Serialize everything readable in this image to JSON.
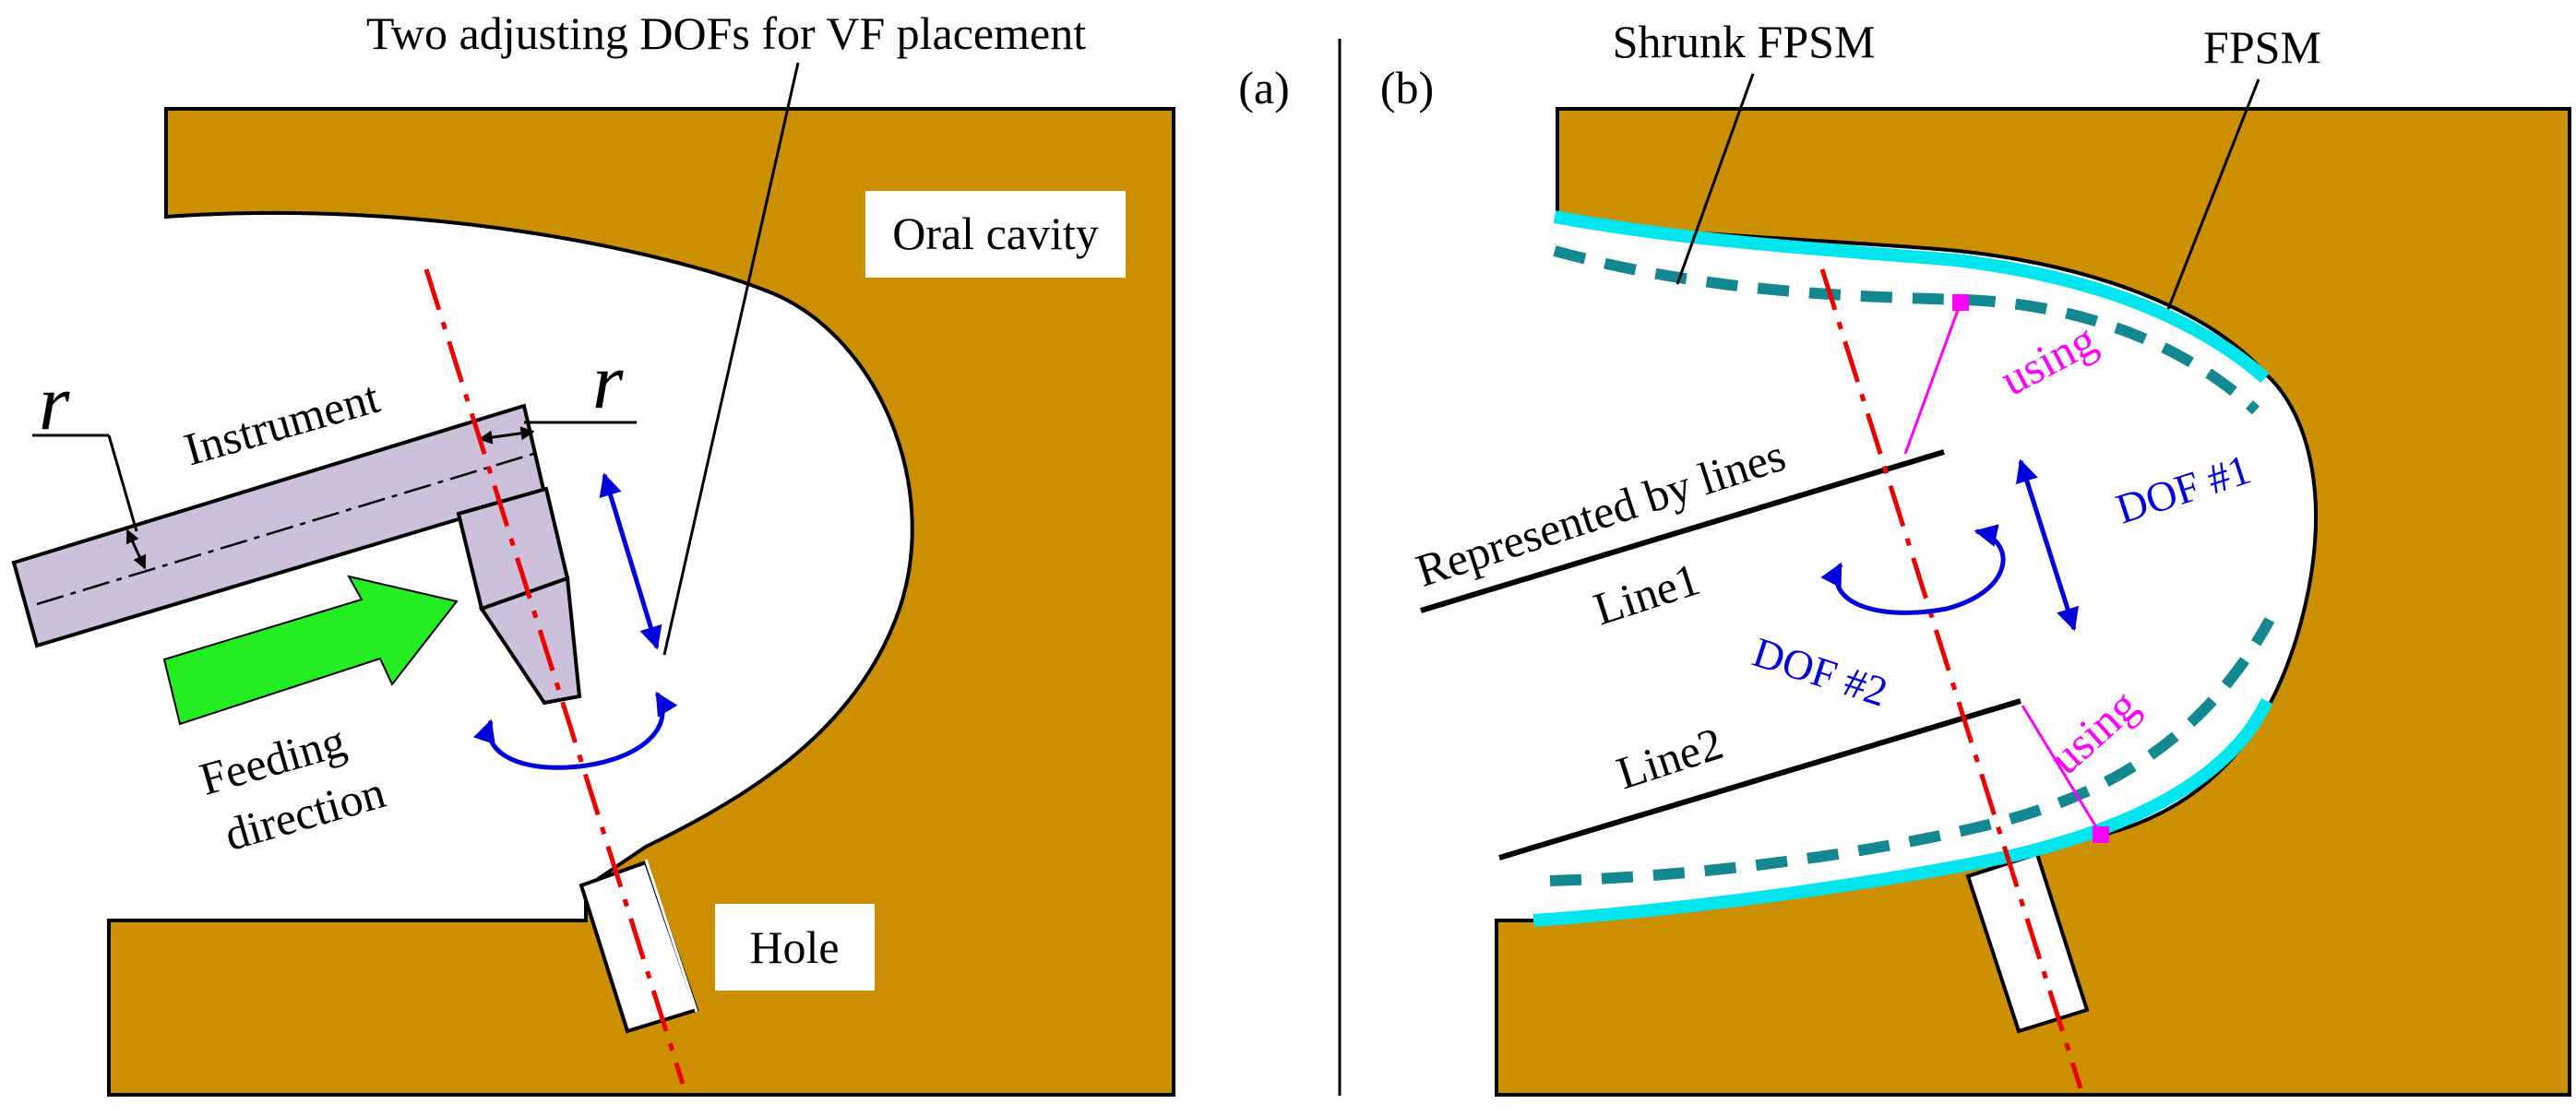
{
  "panels": {
    "a": {
      "label": "(a)",
      "title": "Two adjusting DOFs for VF placement",
      "oral_cavity": "Oral cavity",
      "instrument": "Instrument",
      "r_left": "r",
      "r_right": "r",
      "feeding_line1": "Feeding",
      "feeding_line2": "direction",
      "hole": "Hole"
    },
    "b": {
      "label": "(b)",
      "shrunk_fpsm": "Shrunk FPSM",
      "fpsm": "FPSM",
      "represented": "Represented by lines",
      "line1": "Line1",
      "line2": "Line2",
      "dof1": "DOF #1",
      "dof2": "DOF #2",
      "using_top": "using",
      "using_bottom": "using"
    }
  },
  "colors": {
    "tissue": "#cc8f00",
    "instrument": "#cdc0da",
    "feed_arrow": "#22ee22",
    "axis": "#ee0000",
    "dof": "#0000dd",
    "fpsm": "#00e5ee",
    "shrunk_fpsm": "#138890",
    "using": "#ff00ff"
  }
}
